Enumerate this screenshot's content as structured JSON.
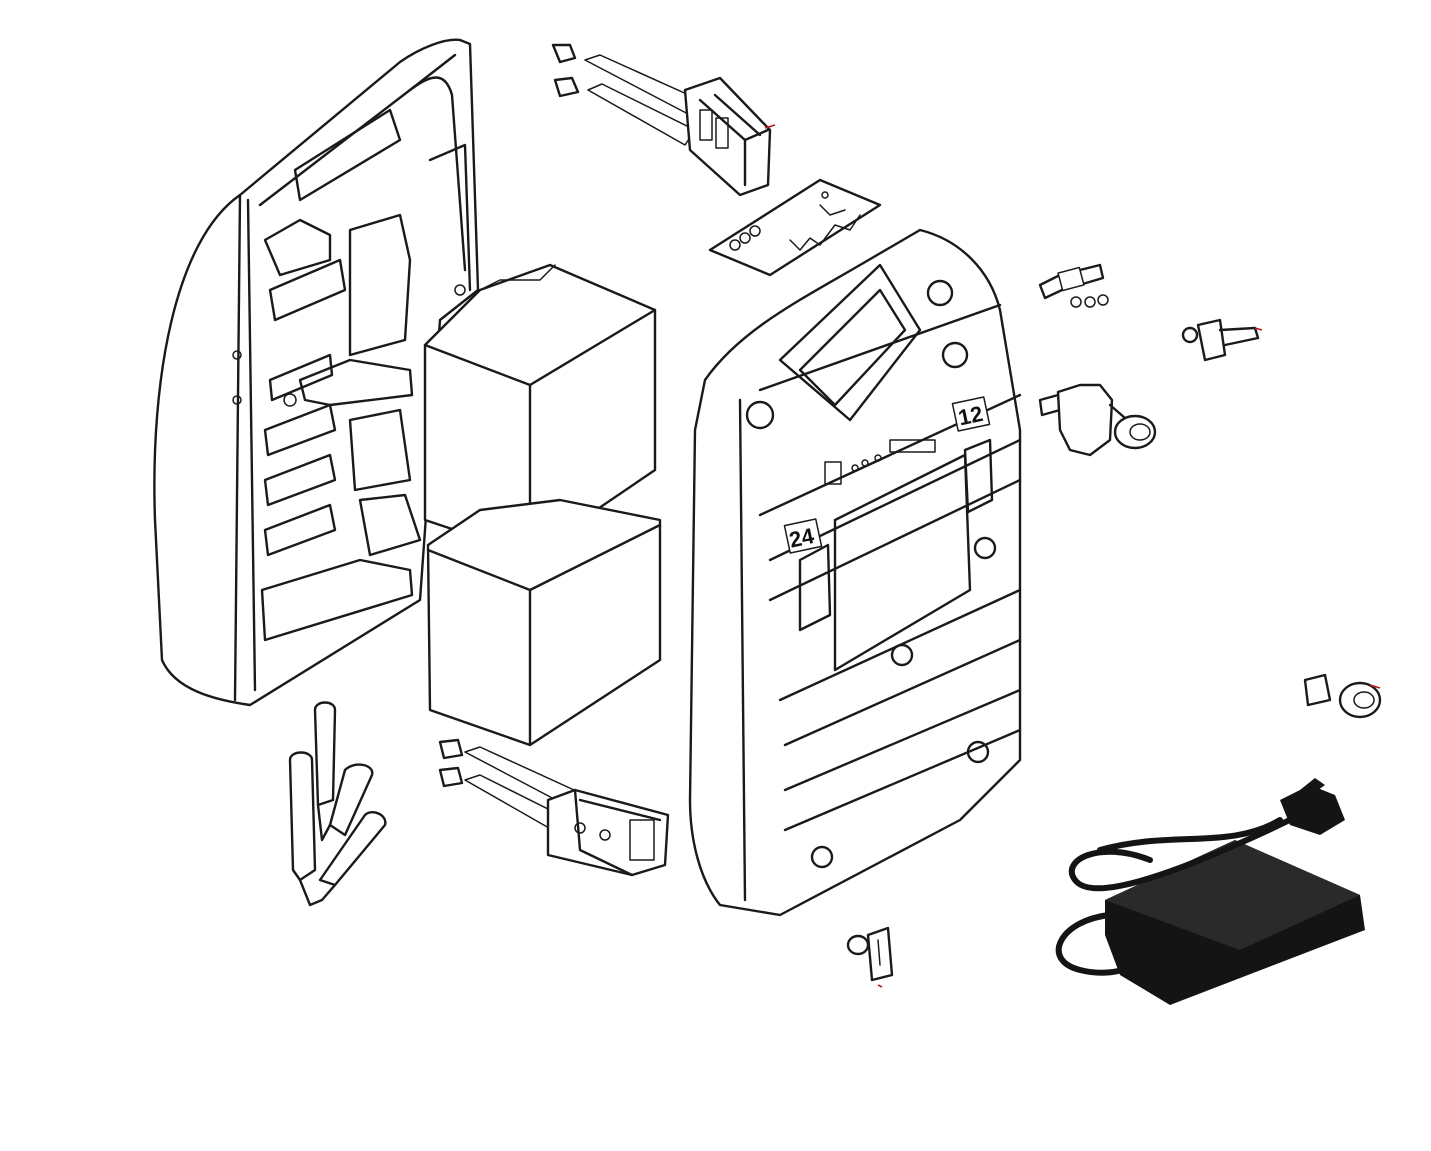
{
  "labels": {
    "voltage_24": "24",
    "voltage_12": "12"
  },
  "colors": {
    "line": "#1a1a1a",
    "background": "#ffffff",
    "charger_body": "#141414",
    "accent_marks": "#c01818"
  },
  "parts": [
    {
      "id": "rear-housing",
      "icon": "rear-housing-shell"
    },
    {
      "id": "cable-lead-top",
      "icon": "cable-with-connector"
    },
    {
      "id": "circuit-board",
      "icon": "pcb"
    },
    {
      "id": "battery-top",
      "icon": "battery-block"
    },
    {
      "id": "battery-bottom",
      "icon": "battery-block"
    },
    {
      "id": "front-housing",
      "icon": "front-housing-shell"
    },
    {
      "id": "fuse-washers",
      "icon": "fuse"
    },
    {
      "id": "rocker-switch",
      "icon": "switch"
    },
    {
      "id": "socket-outlet",
      "icon": "dc-socket"
    },
    {
      "id": "led-indicator",
      "icon": "led"
    },
    {
      "id": "jump-clamps",
      "icon": "clamp"
    },
    {
      "id": "cable-lead-bottom",
      "icon": "cable-with-connector"
    },
    {
      "id": "small-connector",
      "icon": "connector"
    },
    {
      "id": "mains-charger",
      "icon": "power-adapter"
    }
  ]
}
